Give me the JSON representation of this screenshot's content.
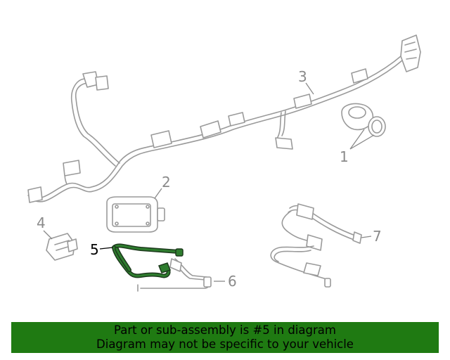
{
  "diagram": {
    "callouts": {
      "c1": "1",
      "c2": "2",
      "c3": "3",
      "c4": "4",
      "c5": "5",
      "c6": "6",
      "c7": "7"
    },
    "highlight_color": "#2e7d2e",
    "part_color": "#9a9a9a"
  },
  "banner": {
    "line1": "Part or sub-assembly is #5 in diagram",
    "line2": "Diagram may not be specific to your vehicle",
    "background": "#1f7a12"
  }
}
